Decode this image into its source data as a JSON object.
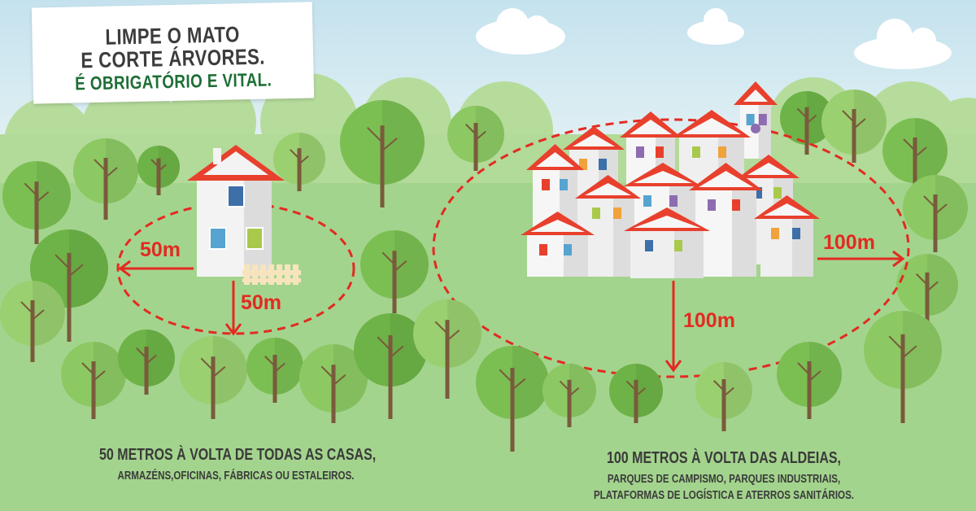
{
  "headline": {
    "line1": "LIMPE O MATO",
    "line2": "E CORTE ÁRVORES.",
    "line3": "É OBRIGATÓRIO E VITAL."
  },
  "house_zone": {
    "distance_side": "50m",
    "distance_down": "50m",
    "caption_title": "50 METROS À VOLTA DE TODAS AS CASAS,",
    "caption_sub": "ARMAZÉNS,OFICINAS, FÁBRICAS OU ESTALEIROS."
  },
  "village_zone": {
    "distance_side": "100m",
    "distance_down": "100m",
    "caption_title": "100 METROS À VOLTA DAS ALDEIAS,",
    "caption_sub1": "PARQUES DE CAMPISMO, PARQUES INDUSTRIAIS,",
    "caption_sub2": "PLATAFORMAS DE LOGÍSTICA E ATERROS SANITÁRIOS."
  },
  "colors": {
    "sky": "#d3eaf2",
    "grass": "#a3d48d",
    "roof": "#e8402d",
    "dash": "#e32a22",
    "headline_green": "#1e6e35"
  }
}
